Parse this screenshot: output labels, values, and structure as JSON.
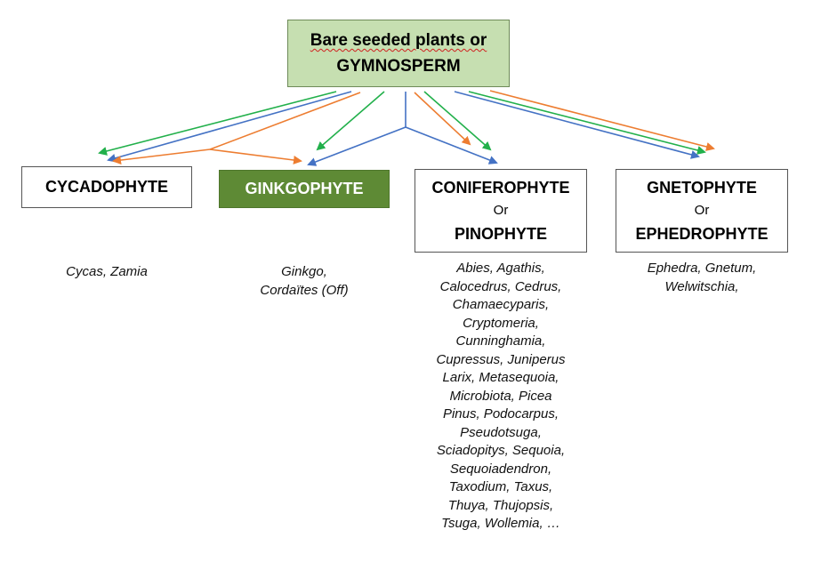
{
  "root": {
    "line1": "Bare seeded plants or",
    "line2": "GYMNOSPERM"
  },
  "categories": {
    "cycadophyte": {
      "label": "CYCADOPHYTE"
    },
    "ginkgophyte": {
      "label": "GINKGOPHYTE"
    },
    "coniferophyte": {
      "line1": "CONIFEROPHYTE",
      "or": "Or",
      "line2": "PINOPHYTE"
    },
    "gnetophyte": {
      "line1": "GNETOPHYTE",
      "or": "Or",
      "line2": "EPHEDROPHYTE"
    }
  },
  "genera": {
    "cycadophyte": [
      "Cycas, Zamia"
    ],
    "ginkgophyte": [
      "Ginkgo,",
      "Cordaïtes (Off)"
    ],
    "coniferophyte": [
      "Abies, Agathis,",
      "Calocedrus, Cedrus,",
      "Chamaecyparis,",
      "Cryptomeria,",
      "Cunninghamia,",
      "Cupressus, Juniperus",
      "Larix, Metasequoia,",
      "Microbiota, Picea",
      "Pinus, Podocarpus,",
      "Pseudotsuga,",
      "Sciadopitys, Sequoia,",
      "Sequoiadendron,",
      "Taxodium, Taxus,",
      "Thuya, Thujopsis,",
      "Tsuga, Wollemia, …"
    ],
    "gnetophyte": [
      "Ephedra, Gnetum,",
      "Welwitschia,"
    ]
  },
  "colors": {
    "green_arrow": "#22b04b",
    "blue_arrow": "#4472c4",
    "orange_arrow": "#ed7d31"
  }
}
